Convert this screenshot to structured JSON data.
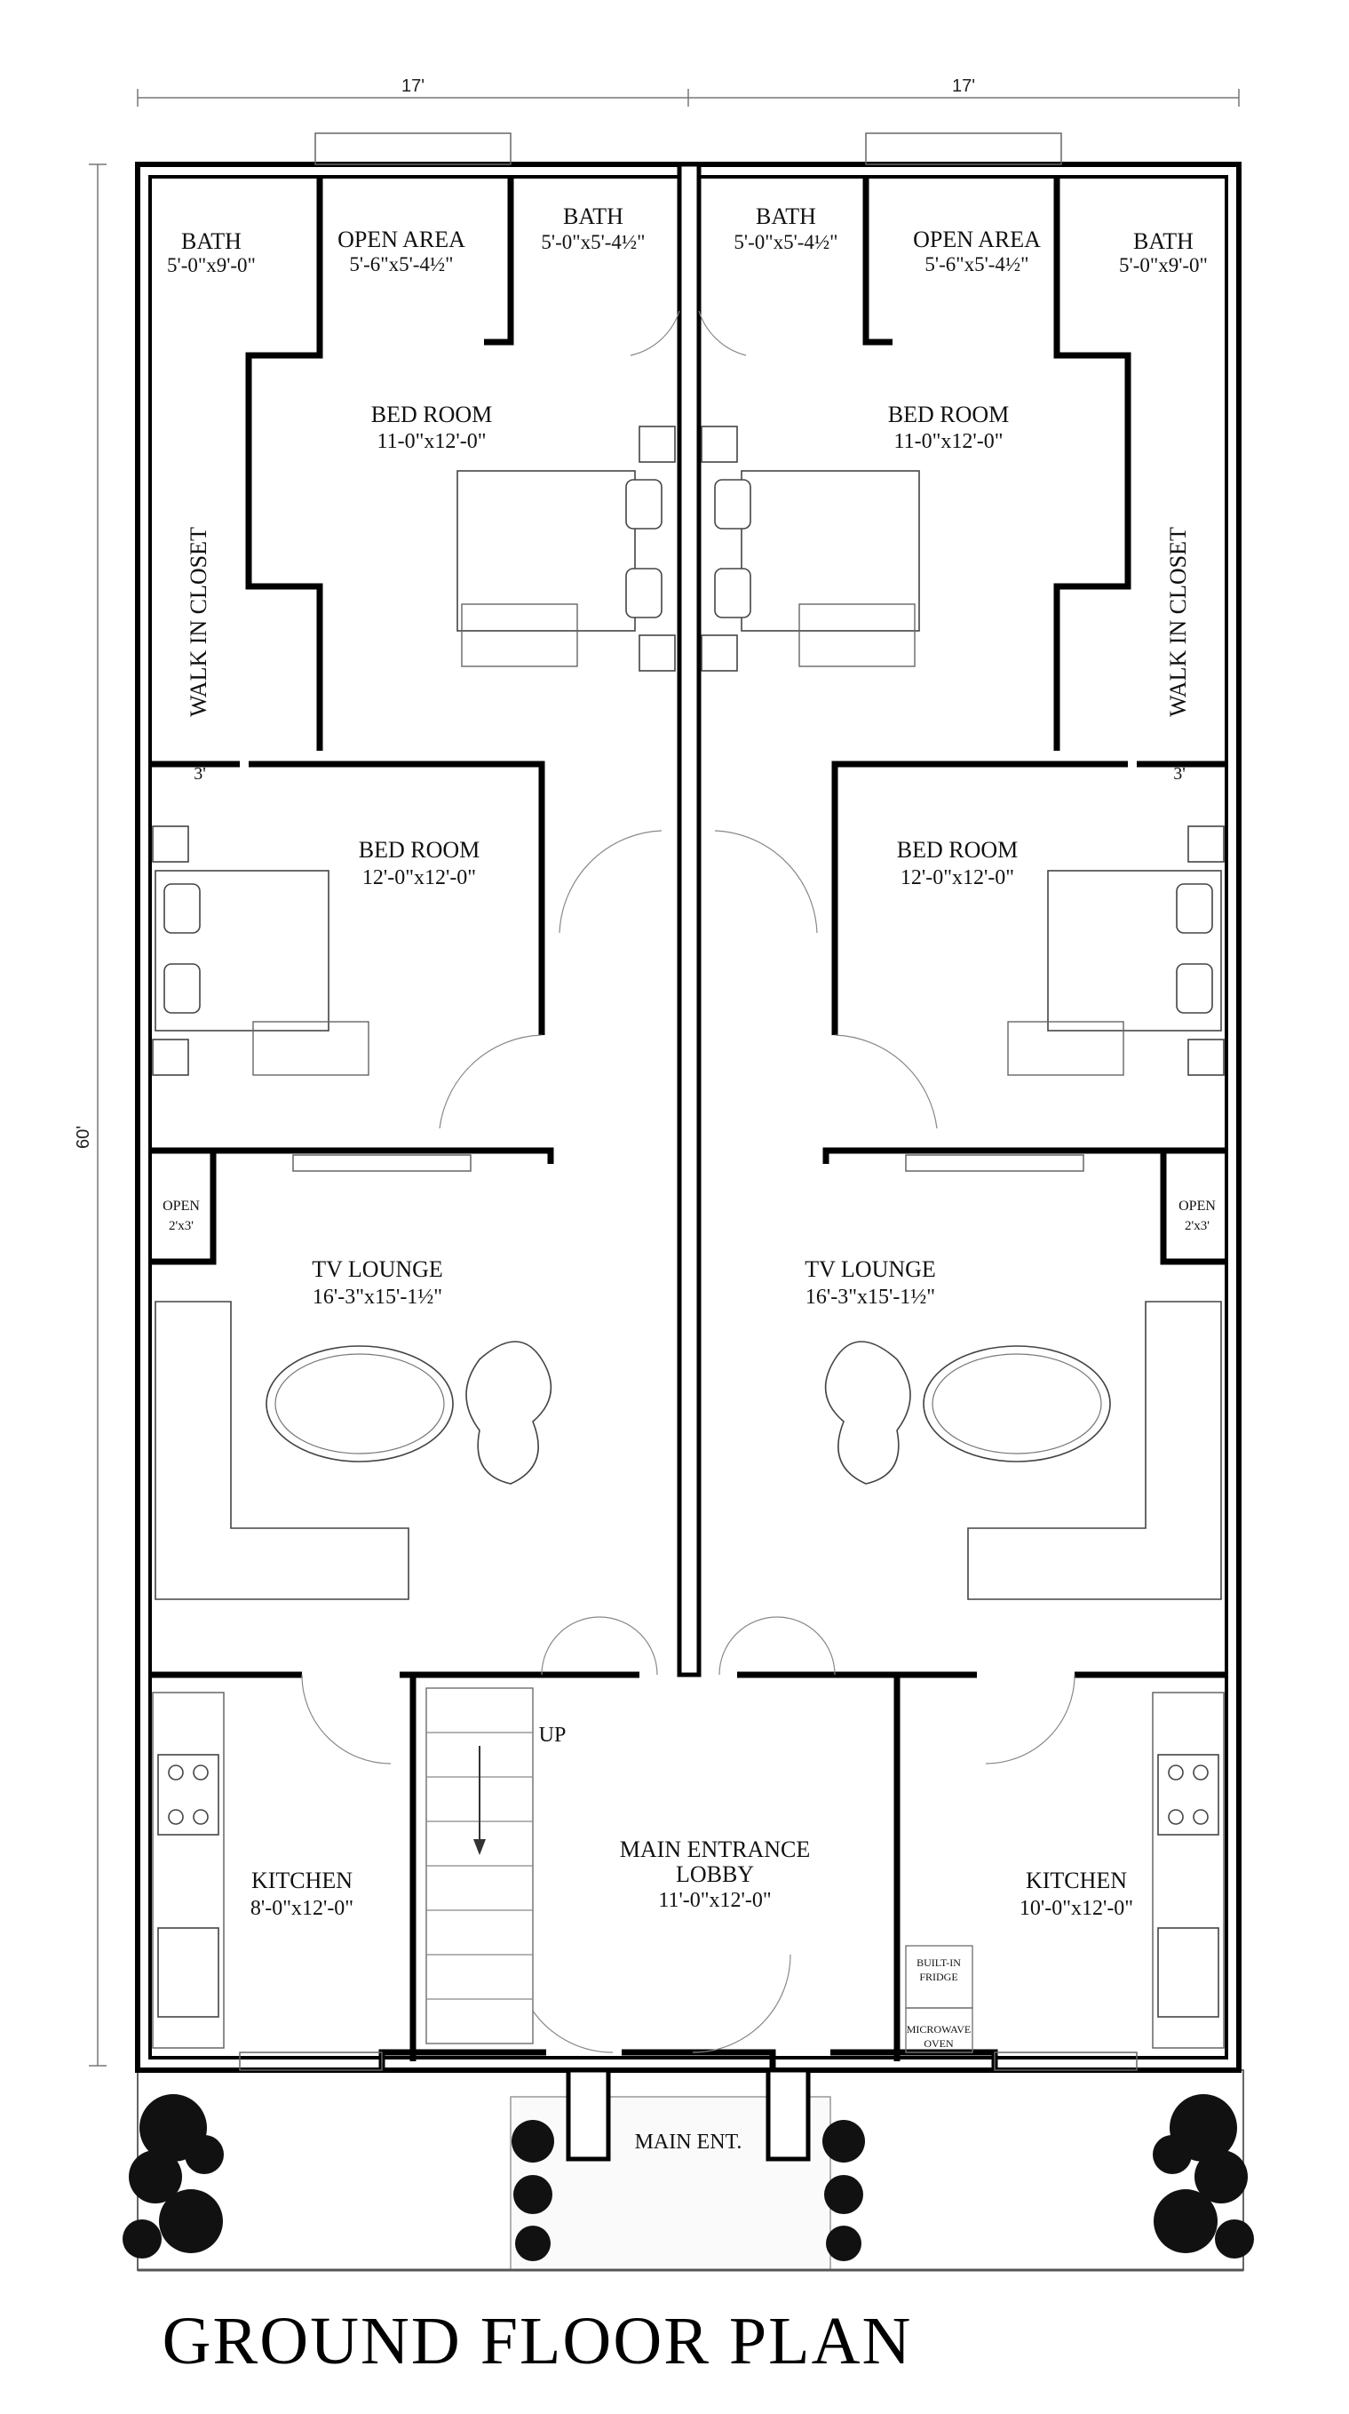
{
  "dimensions": {
    "width_left": "17'",
    "width_right": "17'",
    "depth": "60'"
  },
  "title": "GROUND FLOOR PLAN",
  "left_unit": {
    "bath_a": {
      "name": "BATH",
      "size": "5'-0\"x9'-0\""
    },
    "open_area": {
      "name": "OPEN AREA",
      "size": "5'-6\"x5'-4½\""
    },
    "bath_b": {
      "name": "BATH",
      "size": "5'-0\"x5'-4½\""
    },
    "bed_room_1": {
      "name": "BED ROOM",
      "size": "11-0\"x12'-0\""
    },
    "closet": {
      "name": "WALK IN CLOSET",
      "width": "3'"
    },
    "bed_room_2": {
      "name": "BED ROOM",
      "size": "12'-0\"x12'-0\""
    },
    "open_small": {
      "name": "OPEN",
      "size": "2'x3'"
    },
    "tv_lounge": {
      "name": "TV LOUNGE",
      "size": "16'-3\"x15'-1½\""
    },
    "kitchen": {
      "name": "KITCHEN",
      "size": "8'-0\"x12'-0\""
    }
  },
  "right_unit": {
    "bath_b": {
      "name": "BATH",
      "size": "5'-0\"x5'-4½\""
    },
    "open_area": {
      "name": "OPEN AREA",
      "size": "5'-6\"x5'-4½\""
    },
    "bath_a": {
      "name": "BATH",
      "size": "5'-0\"x9'-0\""
    },
    "bed_room_1": {
      "name": "BED ROOM",
      "size": "11-0\"x12'-0\""
    },
    "closet": {
      "name": "WALK IN CLOSET",
      "width": "3'"
    },
    "bed_room_2": {
      "name": "BED ROOM",
      "size": "12'-0\"x12'-0\""
    },
    "open_small": {
      "name": "OPEN",
      "size": "2'x3'"
    },
    "tv_lounge": {
      "name": "TV LOUNGE",
      "size": "16'-3\"x15'-1½\""
    },
    "kitchen": {
      "name": "KITCHEN",
      "size": "10'-0\"x12'-0\""
    },
    "fridge": [
      "BUILT-IN",
      "FRIDGE"
    ],
    "microwave": [
      "MICROWAVE",
      "OVEN"
    ]
  },
  "lobby": {
    "name_line1": "MAIN ENTRANCE",
    "name_line2": "LOBBY",
    "size": "11'-0\"x12'-0\"",
    "stair_label": "UP"
  },
  "main_entrance": "MAIN ENT."
}
